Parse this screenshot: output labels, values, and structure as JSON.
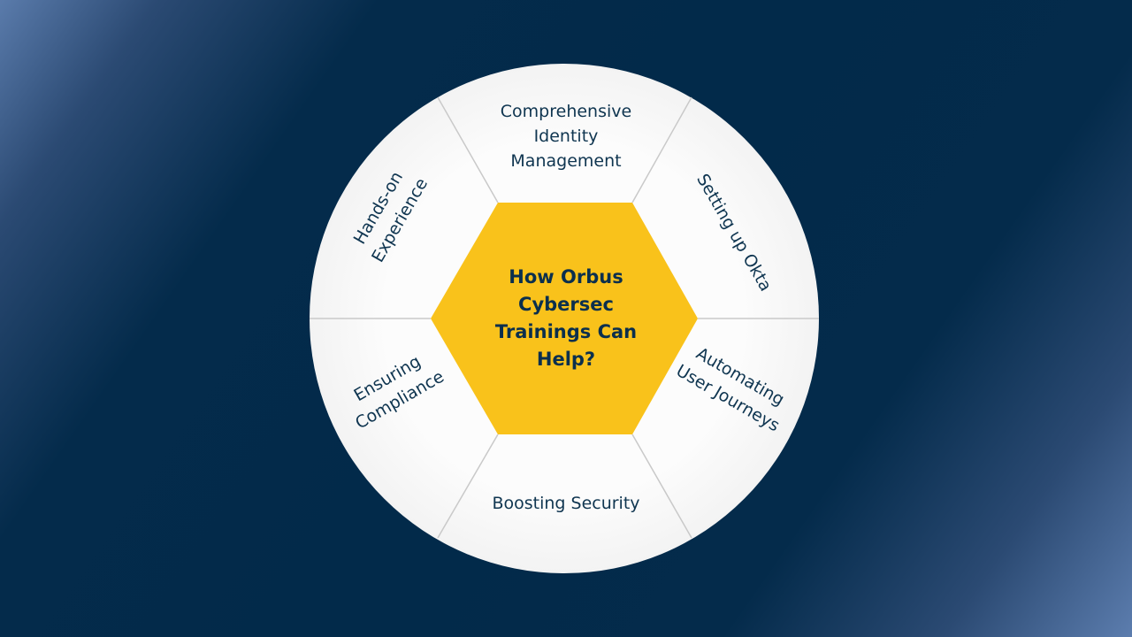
{
  "center": {
    "title": "How Orbus Cybersec Trainings Can Help?"
  },
  "segments": [
    {
      "label": "Comprehensive Identity Management"
    },
    {
      "label": "Setting up Okta"
    },
    {
      "label": "Automating User Journeys"
    },
    {
      "label": "Boosting Security"
    },
    {
      "label": "Ensuring Compliance"
    },
    {
      "label": "Hands-on Experience"
    }
  ],
  "colors": {
    "background": "#022a4a",
    "hexagon": "#f9c21b",
    "text": "#0f3550",
    "wheel": "#fafafa"
  }
}
